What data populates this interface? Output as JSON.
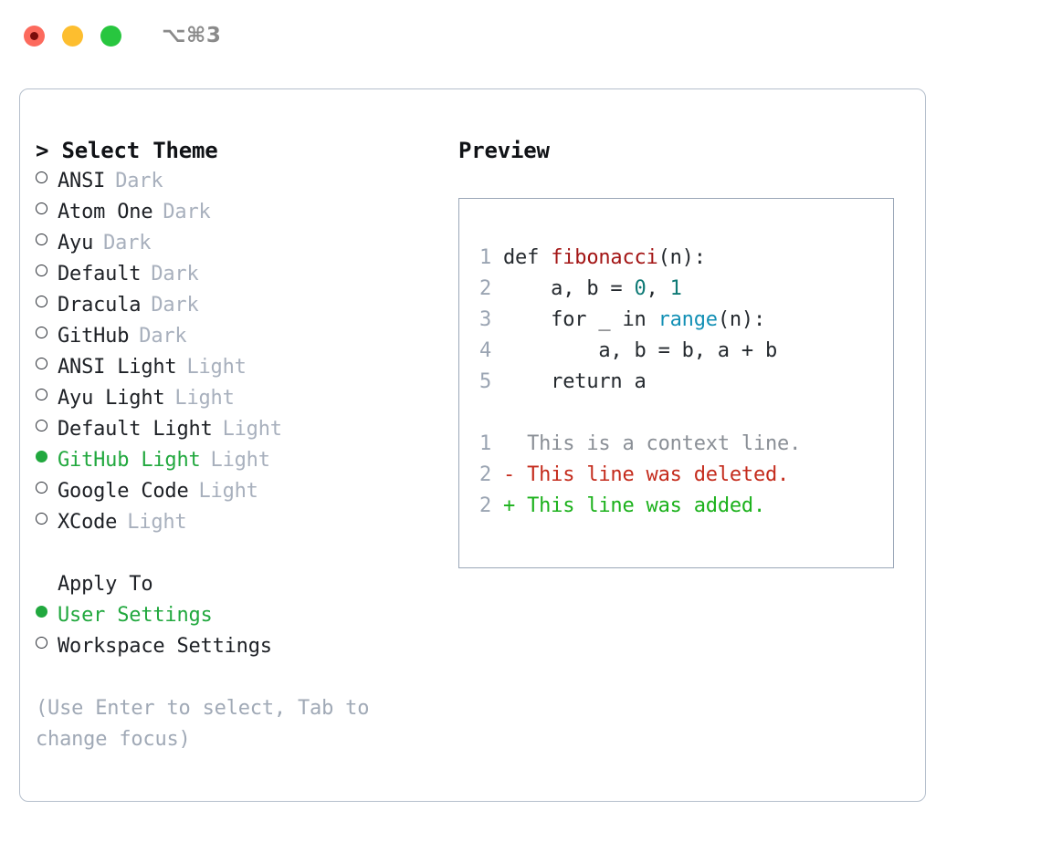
{
  "titlebar": {
    "shortcut": "⌥⌘3",
    "lights": [
      {
        "name": "close",
        "color": "#fc6a5d"
      },
      {
        "name": "minimize",
        "color": "#fdbe2f"
      },
      {
        "name": "maximize",
        "color": "#28c63f"
      }
    ]
  },
  "theme_list": {
    "heading": "> Select Theme",
    "items": [
      {
        "label": "ANSI",
        "tag": "Dark",
        "selected": false
      },
      {
        "label": "Atom One",
        "tag": "Dark",
        "selected": false
      },
      {
        "label": "Ayu",
        "tag": "Dark",
        "selected": false
      },
      {
        "label": "Default",
        "tag": "Dark",
        "selected": false
      },
      {
        "label": "Dracula",
        "tag": "Dark",
        "selected": false
      },
      {
        "label": "GitHub",
        "tag": "Dark",
        "selected": false
      },
      {
        "label": "ANSI Light",
        "tag": "Light",
        "selected": false
      },
      {
        "label": "Ayu Light",
        "tag": "Light",
        "selected": false
      },
      {
        "label": "Default Light",
        "tag": "Light",
        "selected": false
      },
      {
        "label": "GitHub Light",
        "tag": "Light",
        "selected": true
      },
      {
        "label": "Google Code",
        "tag": "Light",
        "selected": false
      },
      {
        "label": "XCode",
        "tag": "Light",
        "selected": false
      }
    ]
  },
  "apply_to": {
    "heading": "Apply To",
    "items": [
      {
        "label": "User Settings",
        "selected": true
      },
      {
        "label": "Workspace Settings",
        "selected": false
      }
    ]
  },
  "hint": "(Use Enter to select, Tab to change focus)",
  "preview": {
    "title": "Preview",
    "code_lines": [
      {
        "num": "1",
        "tokens": [
          {
            "t": "def ",
            "c": "plain"
          },
          {
            "t": "fibonacci",
            "c": "fn"
          },
          {
            "t": "(n):",
            "c": "plain"
          }
        ]
      },
      {
        "num": "2",
        "tokens": [
          {
            "t": "    a, b = ",
            "c": "plain"
          },
          {
            "t": "0",
            "c": "num"
          },
          {
            "t": ", ",
            "c": "plain"
          },
          {
            "t": "1",
            "c": "num"
          }
        ]
      },
      {
        "num": "3",
        "tokens": [
          {
            "t": "    for _ in ",
            "c": "plain"
          },
          {
            "t": "range",
            "c": "call"
          },
          {
            "t": "(n):",
            "c": "plain"
          }
        ]
      },
      {
        "num": "4",
        "tokens": [
          {
            "t": "        a, b = b, a + b",
            "c": "plain"
          }
        ]
      },
      {
        "num": "5",
        "tokens": [
          {
            "t": "    return a",
            "c": "plain"
          }
        ]
      }
    ],
    "diff_lines": [
      {
        "num": "1",
        "marker": "  ",
        "text": "This is a context line.",
        "kind": "context"
      },
      {
        "num": "2",
        "marker": "- ",
        "text": "This line was deleted.",
        "kind": "del"
      },
      {
        "num": "2",
        "marker": "+ ",
        "text": "This line was added.",
        "kind": "add"
      }
    ]
  },
  "colors": {
    "accent_green": "#21a83e",
    "muted_gray": "#a8b0bd",
    "hint_gray": "#a0a9b6",
    "line_number": "#9aa4b2",
    "syntax_function": "#a31515",
    "syntax_number": "#0f7a76",
    "syntax_call": "#1390b5",
    "diff_deleted": "#c42b1c",
    "diff_added": "#1bb11b",
    "diff_context": "#8a8f96",
    "panel_border": "#b5bfcc",
    "code_border": "#9aa7b8"
  }
}
